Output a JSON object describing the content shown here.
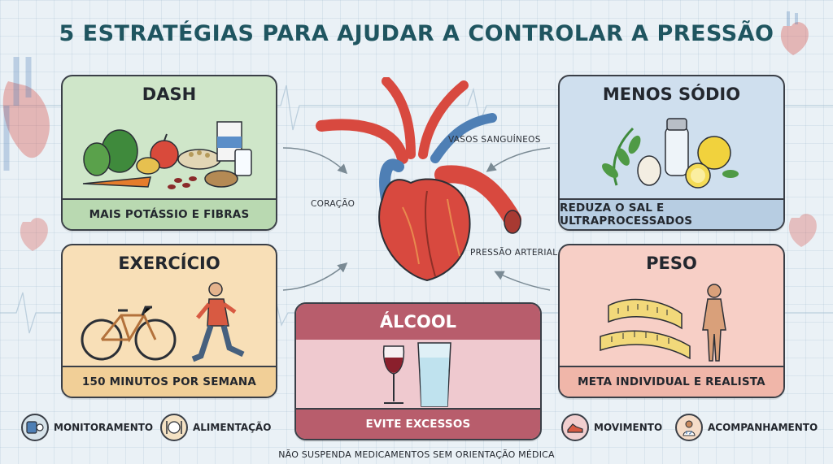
{
  "title": "5 ESTRATÉGIAS PARA AJUDAR A CONTROLAR A PRESSÃO",
  "colors": {
    "dash": "#cfe6c9",
    "dash_foot": "#b9d9b1",
    "sodium": "#cfdfee",
    "sodium_foot": "#b7cde2",
    "exercise": "#f8dfb7",
    "exercise_foot": "#f1cf97",
    "weight": "#f7cfc6",
    "weight_foot": "#f0b6a9",
    "alcohol_head": "#b85d6c",
    "alcohol_body": "#efc9cf",
    "heart_red": "#d8493f",
    "vessel_blue": "#4e7fb5",
    "title": "#1f5560"
  },
  "cards": {
    "dash": {
      "title": "DASH",
      "caption": "MAIS POTÁSSIO E FIBRAS"
    },
    "sodium": {
      "title": "MENOS SÓDIO",
      "caption": "REDUZA O SAL E ULTRAPROCESSADOS"
    },
    "exercise": {
      "title": "EXERCÍCIO",
      "caption": "150 MINUTOS POR SEMANA"
    },
    "weight": {
      "title": "PESO",
      "caption": "META INDIVIDUAL E REALISTA"
    },
    "alcohol": {
      "title": "ÁLCOOL",
      "caption": "EVITE EXCESSOS"
    }
  },
  "heart_labels": {
    "vessels": "VASOS SANGUÍNEOS",
    "heart": "CORAÇÃO",
    "pressure": "PRESSÃO ARTERIAL"
  },
  "bottom_items": [
    {
      "label": "MONITORAMENTO",
      "icon": "blood-pressure-monitor-icon"
    },
    {
      "label": "ALIMENTAÇÃO",
      "icon": "plate-cutlery-icon"
    },
    {
      "label": "MOVIMENTO",
      "icon": "sneaker-icon"
    },
    {
      "label": "ACOMPANHAMENTO",
      "icon": "doctor-icon"
    }
  ],
  "disclaimer": "NÃO SUSPENDA MEDICAMENTOS SEM ORIENTAÇÃO MÉDICA"
}
